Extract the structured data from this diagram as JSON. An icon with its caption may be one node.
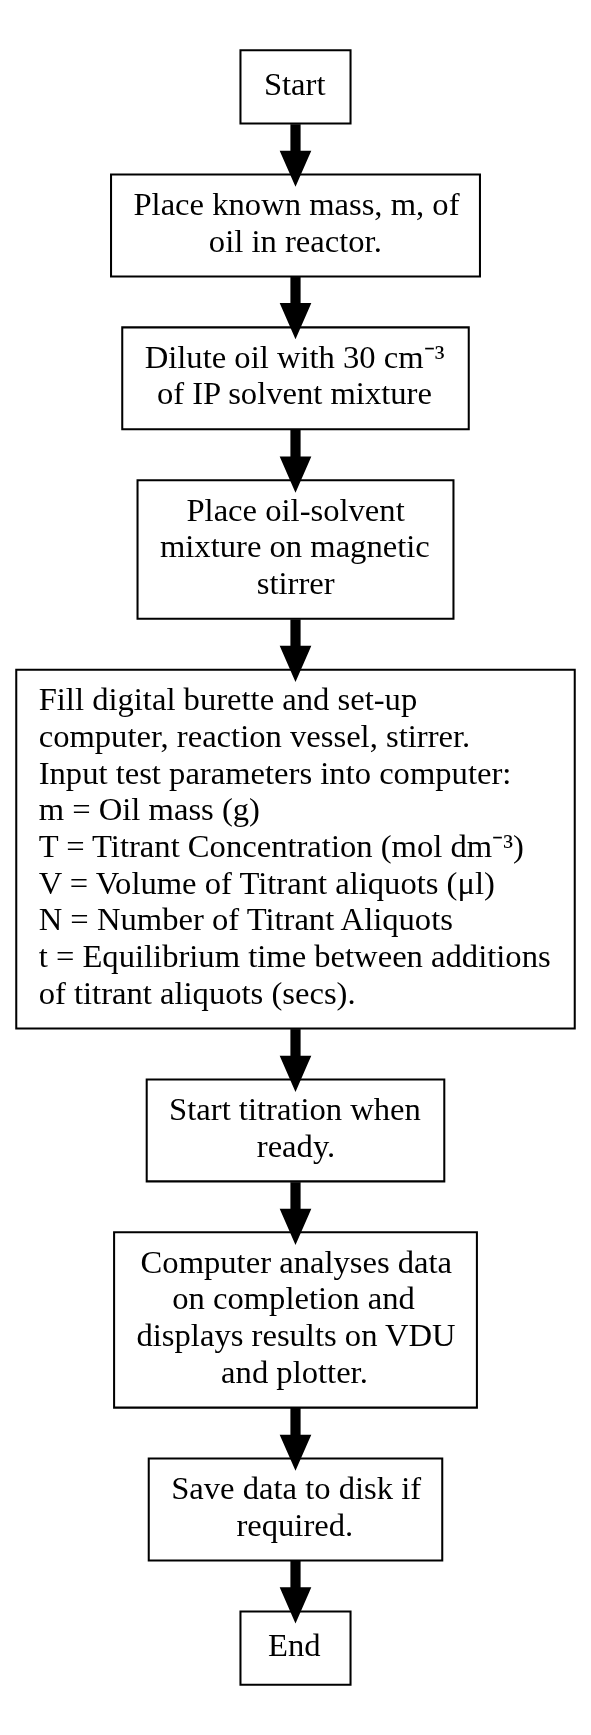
{
  "diagram": {
    "nodes": [
      {
        "text": [
          "Start"
        ]
      },
      {
        "text": [
          "Place known mass, m, of oil in reactor."
        ]
      },
      {
        "text": [
          "Dilute oil with 30 cm⁻³ of IP solvent mixture"
        ]
      },
      {
        "text": [
          "Place oil-solvent mixture on magnetic stirrer"
        ]
      },
      {
        "text": [
          "Fill digital burette and set-up computer, reaction vessel, stirrer.",
          "Input test parameters into computer:",
          "m = Oil mass (g)",
          "T = Titrant Concentration (mol dm⁻³)",
          "V = Volume of Titrant aliquots (μl)",
          "N = Number of Titrant Aliquots",
          "t = Equilibrium time between additions of titrant aliquots (secs)."
        ]
      },
      {
        "text": [
          "Start titration when ready."
        ]
      },
      {
        "text": [
          "Computer analyses data on completion and displays results on VDU and plotter."
        ]
      },
      {
        "text": [
          "Save data to disk if required."
        ]
      },
      {
        "text": [
          "End"
        ]
      }
    ],
    "edges": [
      {
        "from": 0,
        "to": 1,
        "arrow": "to"
      },
      {
        "from": 1,
        "to": 2,
        "arrow": "to"
      },
      {
        "from": 2,
        "to": 3,
        "arrow": "to"
      },
      {
        "from": 3,
        "to": 4,
        "arrow": "to"
      },
      {
        "from": 4,
        "to": 5,
        "arrow": "to"
      },
      {
        "from": 5,
        "to": 6,
        "arrow": "to"
      },
      {
        "from": 6,
        "to": 7,
        "arrow": "to"
      },
      {
        "from": 7,
        "to": 8,
        "arrow": "to"
      }
    ]
  }
}
